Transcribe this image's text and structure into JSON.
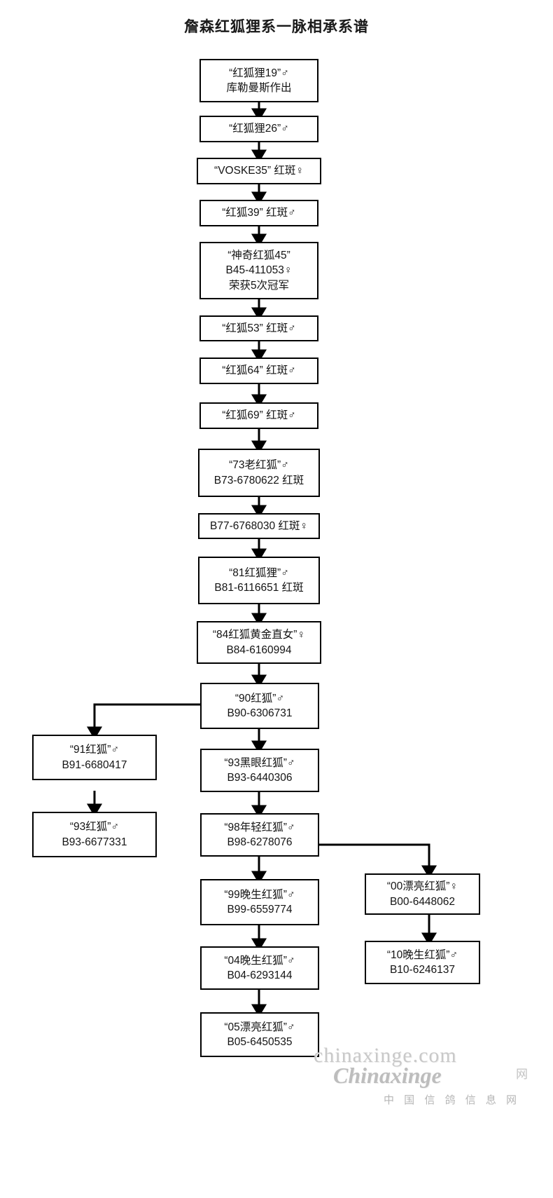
{
  "title": "詹森红狐狸系一脉相承系谱",
  "watermark": {
    "line1": "chinaxinge.com",
    "line2": "Chinaxinge",
    "line3": "中 国 信 鸽 信 息 网",
    "line4": "网"
  },
  "nodes": [
    {
      "id": "n19",
      "line1": "“红狐狸19”♂",
      "line2": "库勒曼斯作出",
      "line3": ""
    },
    {
      "id": "n26",
      "line1": "“红狐狸26”♂",
      "line2": "",
      "line3": ""
    },
    {
      "id": "n35",
      "line1": "“VOSKE35” 红斑♀",
      "line2": "",
      "line3": ""
    },
    {
      "id": "n39",
      "line1": "“红狐39” 红斑♂",
      "line2": "",
      "line3": ""
    },
    {
      "id": "n45",
      "line1": "“神奇红狐45”",
      "line2": "B45-411053♀",
      "line3": "荣获5次冠军"
    },
    {
      "id": "n53",
      "line1": "“红狐53” 红斑♂",
      "line2": "",
      "line3": ""
    },
    {
      "id": "n64",
      "line1": "“红狐64” 红斑♂",
      "line2": "",
      "line3": ""
    },
    {
      "id": "n69",
      "line1": "“红狐69” 红斑♂",
      "line2": "",
      "line3": ""
    },
    {
      "id": "n73",
      "line1": "“73老红狐”♂",
      "line2": "B73-6780622 红斑",
      "line3": ""
    },
    {
      "id": "n77",
      "line1": "B77-6768030 红斑♀",
      "line2": "",
      "line3": ""
    },
    {
      "id": "n81",
      "line1": "“81红狐狸”♂",
      "line2": "B81-6116651 红斑",
      "line3": ""
    },
    {
      "id": "n84",
      "line1": "“84红狐黄金直女”♀",
      "line2": "B84-6160994",
      "line3": ""
    },
    {
      "id": "n90",
      "line1": "“90红狐”♂",
      "line2": "B90-6306731",
      "line3": ""
    },
    {
      "id": "n91",
      "line1": "“91红狐”♂",
      "line2": "B91-6680417",
      "line3": ""
    },
    {
      "id": "n93a",
      "line1": "“93红狐”♂",
      "line2": "B93-6677331",
      "line3": ""
    },
    {
      "id": "n93b",
      "line1": "“93黑眼红狐”♂",
      "line2": "B93-6440306",
      "line3": ""
    },
    {
      "id": "n98",
      "line1": "“98年轻红狐”♂",
      "line2": "B98-6278076",
      "line3": ""
    },
    {
      "id": "n99",
      "line1": "“99晚生红狐”♂",
      "line2": "B99-6559774",
      "line3": ""
    },
    {
      "id": "n04",
      "line1": "“04晚生红狐”♂",
      "line2": "B04-6293144",
      "line3": ""
    },
    {
      "id": "n05",
      "line1": "“05漂亮红狐”♂",
      "line2": "B05-6450535",
      "line3": ""
    },
    {
      "id": "n00",
      "line1": "“00漂亮红狐”♀",
      "line2": "B00-6448062",
      "line3": ""
    },
    {
      "id": "n10",
      "line1": "“10晚生红狐”♂",
      "line2": "B10-6246137",
      "line3": ""
    }
  ],
  "colors": {
    "box_border": "#000000",
    "connector": "#000000",
    "background": "#ffffff",
    "text": "#141414",
    "watermark": "#bdbdbd"
  }
}
